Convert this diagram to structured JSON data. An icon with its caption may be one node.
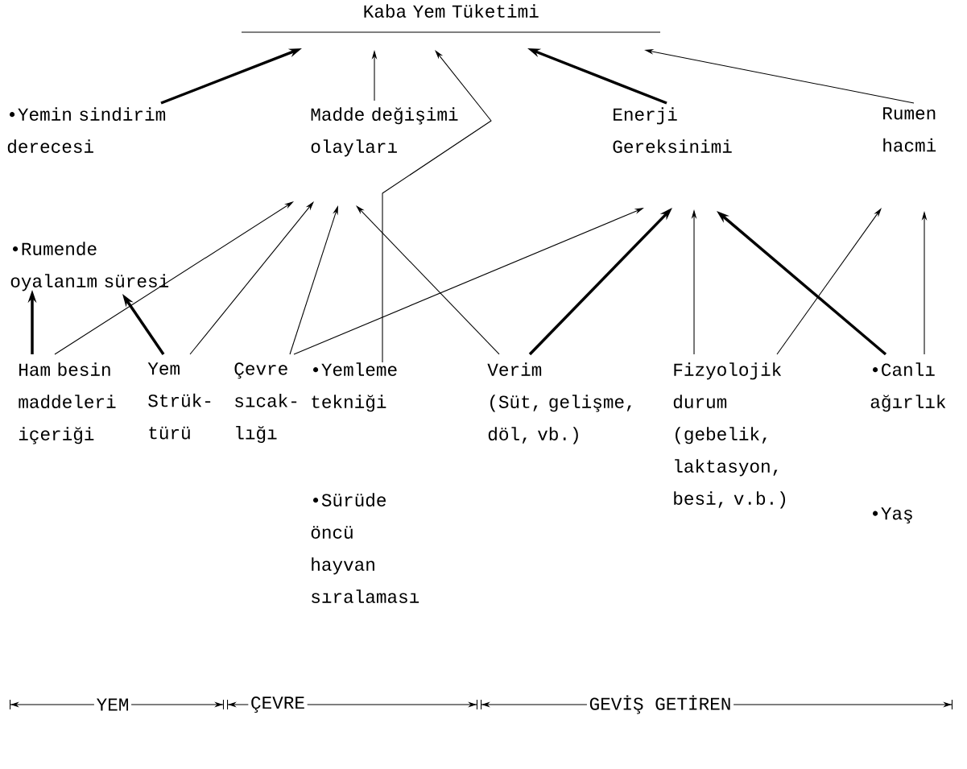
{
  "diagram": {
    "nodes": [
      {
        "text": [
          "Kaba Yem Tüketimi"
        ]
      },
      {
        "text": [
          "•Yemin sindirim derecesi"
        ]
      },
      {
        "text": [
          "Madde değişimi olayları"
        ]
      },
      {
        "text": [
          "Enerji Gereksinimi"
        ]
      },
      {
        "text": [
          "Rumen hacmi"
        ]
      },
      {
        "text": [
          "•Rumende oyalanım süresi"
        ]
      },
      {
        "text": [
          "Ham besin maddeleri içeriği"
        ]
      },
      {
        "text": [
          "Yem Strük- türü"
        ]
      },
      {
        "text": [
          "Çevre sıcak- lığı"
        ]
      },
      {
        "text": [
          "•Yemleme tekniği"
        ]
      },
      {
        "text": [
          "Verim",
          "(Süt, gelişme, döl, vb.)"
        ]
      },
      {
        "text": [
          "Fizyolojik durum",
          "(gebelik, laktasyon, besi, v.b.)"
        ]
      },
      {
        "text": [
          "•Canlı ağırlık"
        ]
      }
    ],
    "edges": [
      {
        "from": 1,
        "to": 0,
        "arrow": "to",
        "style": "thick"
      },
      {
        "from": 2,
        "to": 0,
        "arrow": "to"
      },
      {
        "from": 9,
        "to": 0,
        "arrow": "to"
      },
      {
        "from": 3,
        "to": 0,
        "arrow": "to",
        "style": "thick"
      },
      {
        "from": 4,
        "to": 0,
        "arrow": "to"
      },
      {
        "from": 6,
        "to": 5,
        "arrow": "to",
        "style": "thick"
      },
      {
        "from": 7,
        "to": 5,
        "arrow": "to",
        "style": "thick"
      },
      {
        "from": 6,
        "to": 2,
        "arrow": "to"
      },
      {
        "from": 7,
        "to": 2,
        "arrow": "to"
      },
      {
        "from": 8,
        "to": 2,
        "arrow": "to"
      },
      {
        "from": 10,
        "to": 2,
        "arrow": "to"
      },
      {
        "from": 8,
        "to": 3,
        "arrow": "to"
      },
      {
        "from": 10,
        "to": 3,
        "arrow": "to",
        "style": "thick"
      },
      {
        "from": 11,
        "to": 3,
        "arrow": "to"
      },
      {
        "from": 12,
        "to": 3,
        "arrow": "to",
        "style": "thick"
      },
      {
        "from": 11,
        "to": 4,
        "arrow": "to"
      },
      {
        "from": 12,
        "to": 4,
        "arrow": "to"
      }
    ],
    "labels": [
      "•Sürüde öncü hayvan sıralaması",
      "•Yaş",
      "YEM",
      "ÇEVRE",
      "GEVİŞ GETİREN"
    ]
  }
}
